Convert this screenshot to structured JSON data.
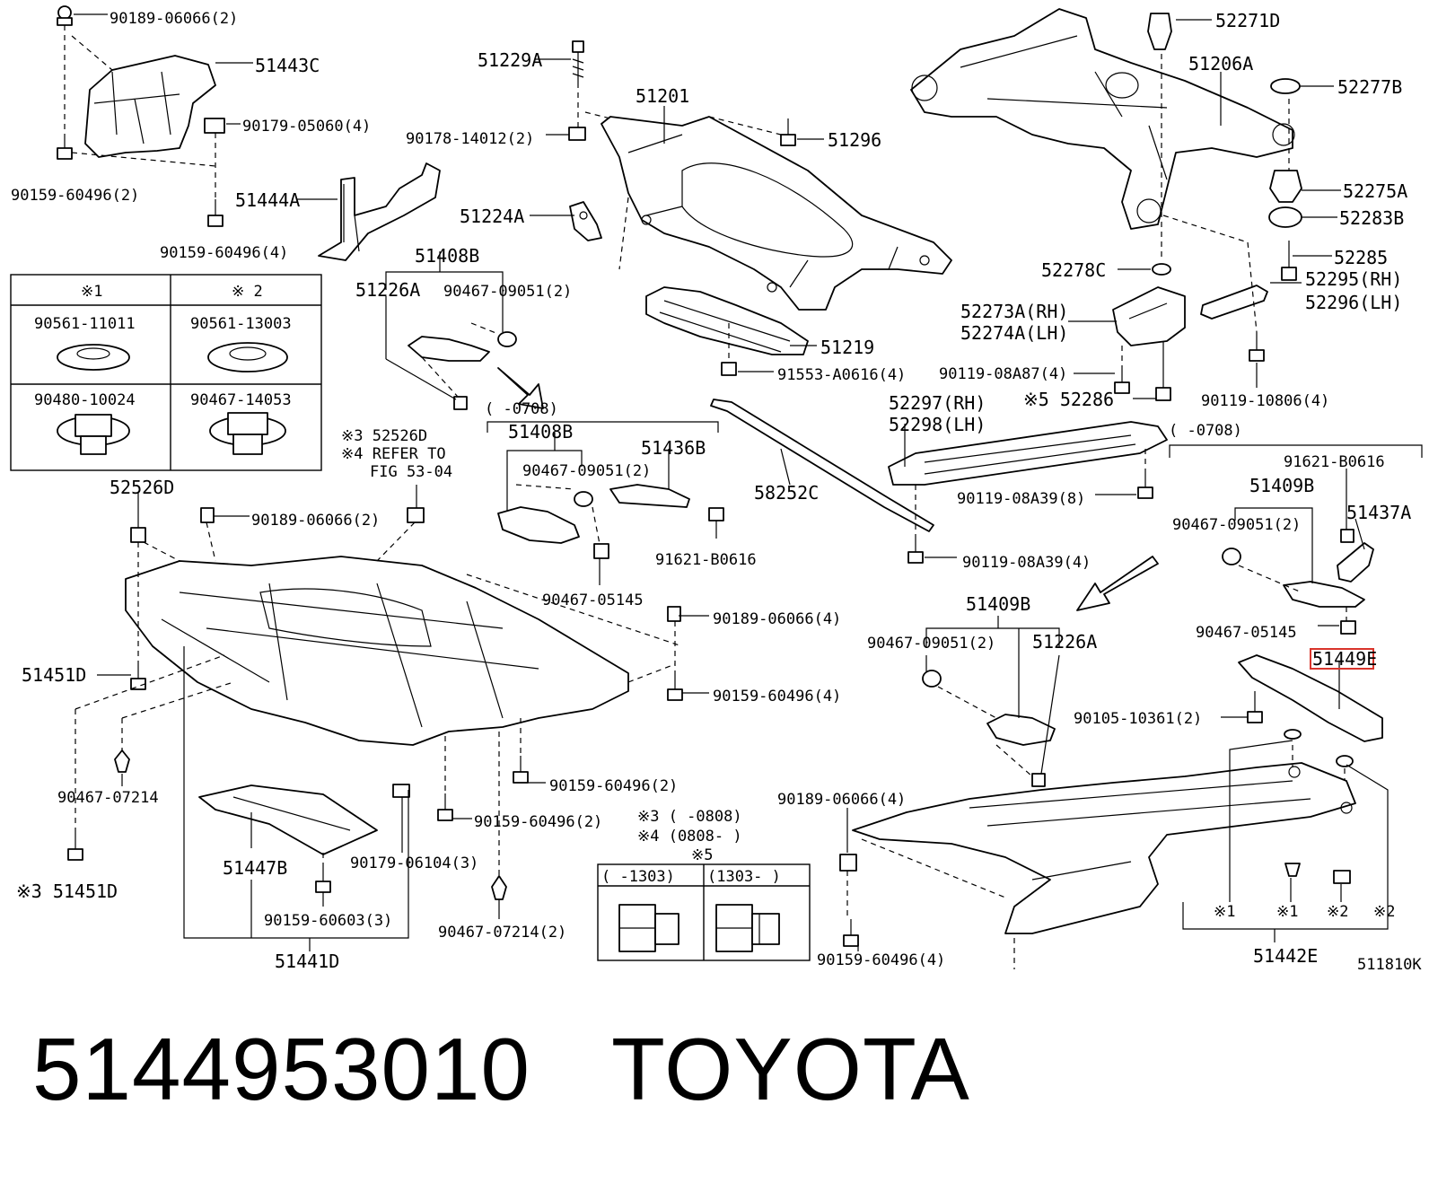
{
  "callouts": {
    "c90189_06066_2_top": "90189-06066(2)",
    "c51443C": "51443C",
    "c90179_05060_4": "90179-05060(4)",
    "c90159_60496_2_left": "90159-60496(2)",
    "c51444A": "51444A",
    "c90159_60496_4_left": "90159-60496(4)",
    "c51229A": "51229A",
    "c51201": "51201",
    "c90178_14012_2": "90178-14012(2)",
    "c51296": "51296",
    "c51224A": "51224A",
    "c52271D": "52271D",
    "c51206A": "51206A",
    "c52277B": "52277B",
    "c52275A": "52275A",
    "c52283B": "52283B",
    "c52285": "52285",
    "c52295RH": "52295(RH)",
    "c52296LH": "52296(LH)",
    "c52278C": "52278C",
    "c52273ARH": "52273A(RH)",
    "c52274ALH": "52274A(LH)",
    "c90119_08A87_4": "90119-08A87(4)",
    "c52286": "※5 52286",
    "c90119_10806_4": "90119-10806(4)",
    "c51408B_top": "51408B",
    "c51226A_top": "51226A",
    "c90467_09051_2_top": "90467-09051(2)",
    "c51219": "51219",
    "c91553_A0616_4": "91553-A0616(4)",
    "c0708_left": "(    -0708)",
    "c51408B_mid": "51408B",
    "c51436B": "51436B",
    "c90467_09051_2_mid": "90467-09051(2)",
    "c91621_B0616_mid": "91621-B0616",
    "c90467_05145_mid": "90467-05145",
    "c58252C": "58252C",
    "c52297RH": "52297(RH)",
    "c52298LH": "52298(LH)",
    "c90119_08A39_8": "90119-08A39(8)",
    "c90119_08A39_4": "90119-08A39(4)",
    "c0708_right": "(    -0708)",
    "c91621_B0616_right": "91621-B0616",
    "c51409B_right": "51409B",
    "c51437A": "51437A",
    "c90467_09051_2_right": "90467-09051(2)",
    "c90467_05145_right": "90467-05145",
    "c51449E": "51449E",
    "c51409B_low": "51409B",
    "c90467_09051_2_low": "90467-09051(2)",
    "c51226A_low": "51226A",
    "c90105_10361_2": "90105-10361(2)",
    "c52526D_note": "※3 52526D",
    "c_refer": "※4 REFER TO",
    "c_fig": "FIG 53-04",
    "c52526D": "52526D",
    "c90189_06066_2_mid": "90189-06066(2)",
    "c90189_06066_4_mid": "90189-06066(4)",
    "c51451D": "51451D",
    "c90159_60496_4_mid": "90159-60496(4)",
    "c90467_07214": "90467-07214",
    "c90159_60496_2_lowA": "90159-60496(2)",
    "c90159_60496_2_lowB": "90159-60496(2)",
    "c51451D_note": "※3 51451D",
    "c51447B": "51447B",
    "c90179_06104_3": "90179-06104(3)",
    "c90159_60603_3": "90159-60603(3)",
    "c51441D": "51441D",
    "c90467_07214_2": "90467-07214(2)",
    "c_note3": "※3 (       -0808)",
    "c_note4": "※4 (0808-      )",
    "c_note5": "※5",
    "c_1303a": "(     -1303)",
    "c_1303b": "(1303-     )",
    "c90189_06066_4_low": "90189-06066(4)",
    "c90159_60496_4_low": "90159-60496(4)",
    "c_star1a": "※1",
    "c_star1b": "※1",
    "c_star2a": "※2",
    "c_star2b": "※2",
    "c51442E": "51442E",
    "c_ref": "511810K"
  },
  "legend": {
    "head1": "※1",
    "head2": "※ 2",
    "r1c1": "90561-11011",
    "r1c2": "90561-13003",
    "r2c1": "90480-10024",
    "r2c2": "90467-14053"
  },
  "footer": {
    "part_number": "5144953010",
    "brand": "TOYOTA"
  },
  "colors": {
    "highlight": "#d9342b",
    "line": "#000000",
    "background": "#ffffff"
  }
}
